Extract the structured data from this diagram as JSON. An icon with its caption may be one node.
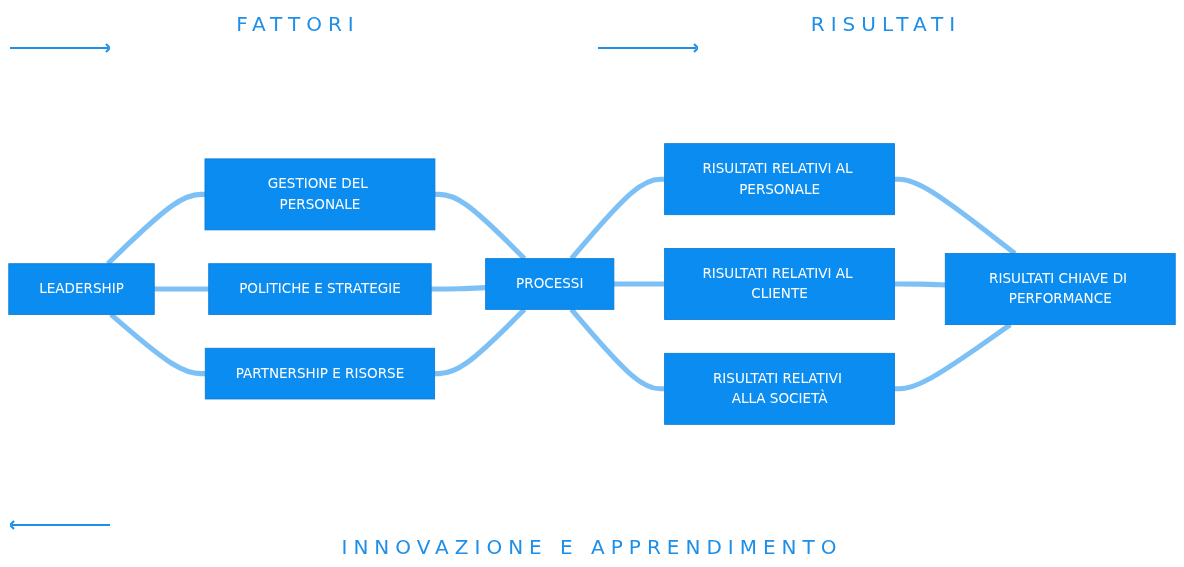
{
  "diagram": {
    "nodes": [
      {
        "text": [
          "LEADERSHIP"
        ]
      },
      {
        "text": [
          "GESTIONE DEL PERSONALE"
        ]
      },
      {
        "text": [
          "POLITICHE E STRATEGIE"
        ]
      },
      {
        "text": [
          "PARTNERSHIP E RISORSE"
        ]
      },
      {
        "text": [
          "PROCESSI"
        ]
      },
      {
        "text": [
          "RISULTATI RELATIVI AL PERSONALE"
        ]
      },
      {
        "text": [
          "RISULTATI RELATIVI AL CLIENTE"
        ]
      },
      {
        "text": [
          "RISULTATI RELATIVI ALLA SOCIETÀ"
        ]
      },
      {
        "text": [
          "RISULTATI CHIAVE DI PERFORMANCE"
        ]
      }
    ],
    "edges": [
      {
        "from": 0,
        "to": 1,
        "arrow": "none"
      },
      {
        "from": 0,
        "to": 2,
        "arrow": "none"
      },
      {
        "from": 0,
        "to": 3,
        "arrow": "none"
      },
      {
        "from": 1,
        "to": 4,
        "arrow": "none"
      },
      {
        "from": 2,
        "to": 4,
        "arrow": "none"
      },
      {
        "from": 3,
        "to": 4,
        "arrow": "none"
      },
      {
        "from": 4,
        "to": 5,
        "arrow": "none"
      },
      {
        "from": 4,
        "to": 6,
        "arrow": "none"
      },
      {
        "from": 4,
        "to": 7,
        "arrow": "none"
      },
      {
        "from": 5,
        "to": 8,
        "arrow": "none"
      },
      {
        "from": 6,
        "to": 8,
        "arrow": "none"
      },
      {
        "from": 7,
        "to": 8,
        "arrow": "none"
      }
    ],
    "labels": [
      "FATTORI",
      "RISULTATI",
      "INNOVAZIONE E APPRENDIMENTO"
    ]
  }
}
